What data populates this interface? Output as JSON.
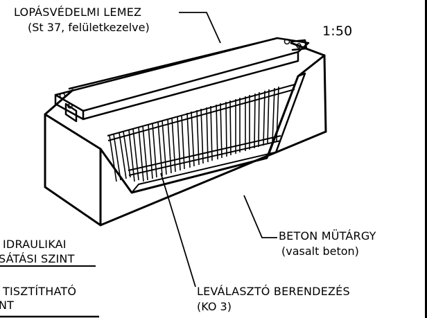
{
  "labels": {
    "plate_title": "LOPÁSVÉDELMI LEMEZ",
    "plate_sub": "(St 37, felületkezelve)",
    "scale": "1:50",
    "concrete_title": "BETON MÜTÁRGY",
    "concrete_sub": "(vasalt beton)",
    "separator_title": "LEVÁLASZTÓ BERENDEZÉS",
    "separator_sub": "(KO 3)",
    "hydraulic_line1": "IDRAULIKAI",
    "hydraulic_line2": "SÁTÁSI SZINT",
    "cleanable_line1": "TISZTÍTHATÓ",
    "cleanable_line2": "NT"
  }
}
